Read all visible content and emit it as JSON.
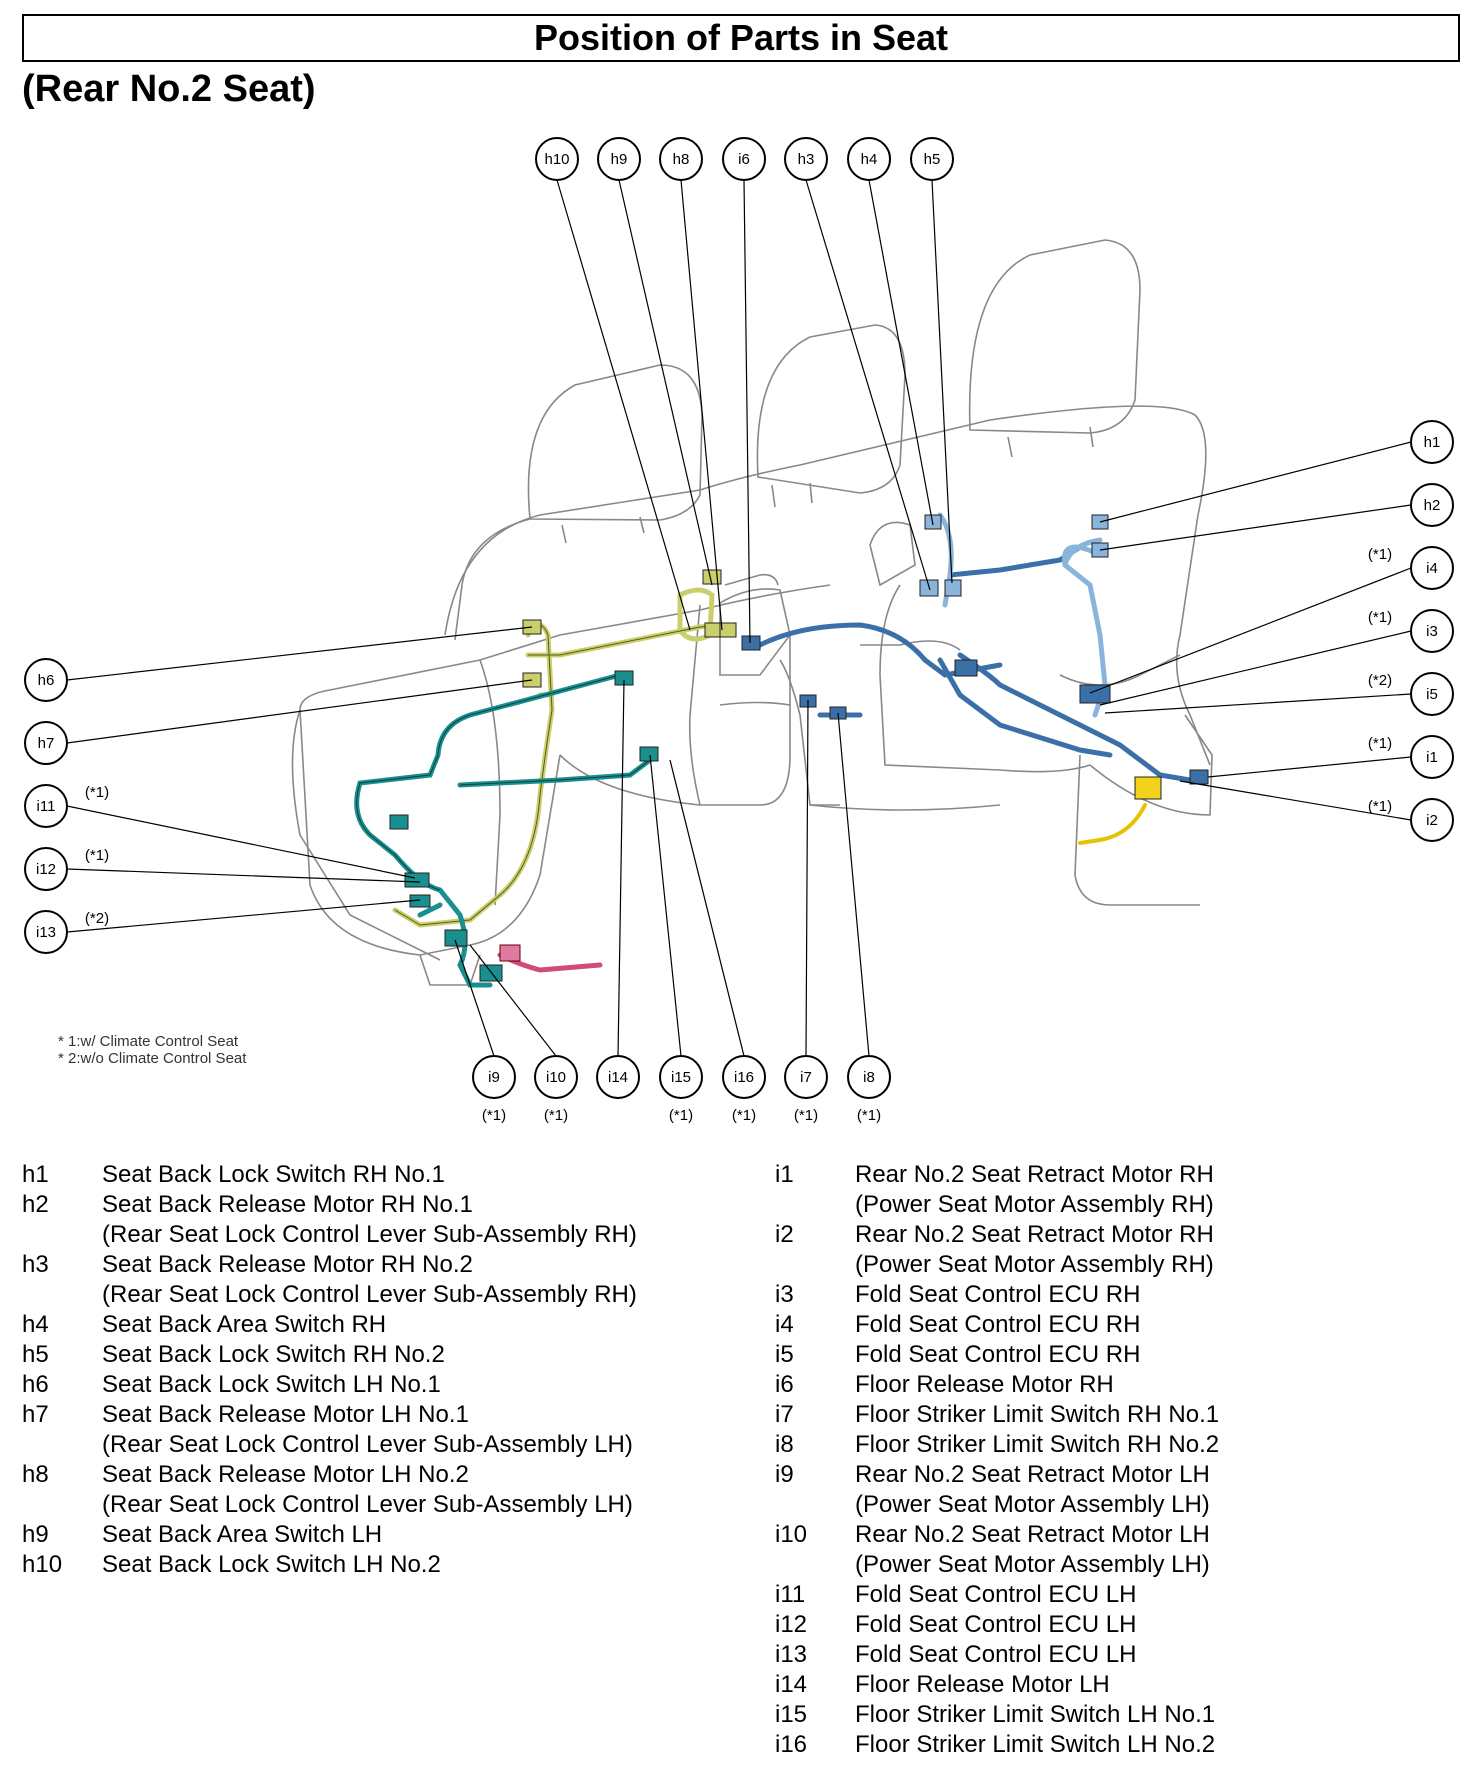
{
  "title": "Position of Parts in Seat",
  "subtitle": "(Rear No.2 Seat)",
  "notes": [
    "* 1:w/ Climate Control Seat",
    "* 2:w/o Climate Control Seat"
  ],
  "callouts": {
    "top": [
      "h10",
      "h9",
      "h8",
      "i6",
      "h3",
      "h4",
      "h5"
    ],
    "right": [
      {
        "code": "h1",
        "note": ""
      },
      {
        "code": "h2",
        "note": ""
      },
      {
        "code": "i4",
        "note": "(*1)"
      },
      {
        "code": "i3",
        "note": "(*1)"
      },
      {
        "code": "i5",
        "note": "(*2)"
      },
      {
        "code": "i1",
        "note": "(*1)"
      },
      {
        "code": "i2",
        "note": "(*1)"
      }
    ],
    "left": [
      {
        "code": "h6",
        "note": ""
      },
      {
        "code": "h7",
        "note": ""
      },
      {
        "code": "i11",
        "note": "(*1)"
      },
      {
        "code": "i12",
        "note": "(*1)"
      },
      {
        "code": "i13",
        "note": "(*2)"
      }
    ],
    "bottom": [
      {
        "code": "i9",
        "note": "(*1)"
      },
      {
        "code": "i10",
        "note": "(*1)"
      },
      {
        "code": "i14",
        "note": ""
      },
      {
        "code": "i15",
        "note": "(*1)"
      },
      {
        "code": "i16",
        "note": "(*1)"
      },
      {
        "code": "i7",
        "note": "(*1)"
      },
      {
        "code": "i8",
        "note": "(*1)"
      }
    ]
  },
  "colors": {
    "harness_lh_seatback": "#c9cf6a",
    "harness_lh_floor": "#1a8f8f",
    "harness_rh": "#3b6fa8",
    "harness_rh_light": "#8ab4dc",
    "motor_yellow": "#f2d21b",
    "pink": "#d24a7a"
  },
  "legend_left": [
    {
      "code": "h1",
      "lines": [
        "Seat Back Lock Switch RH No.1"
      ]
    },
    {
      "code": "h2",
      "lines": [
        "Seat Back Release Motor RH No.1",
        "(Rear Seat Lock Control Lever Sub-Assembly RH)"
      ]
    },
    {
      "code": "h3",
      "lines": [
        "Seat Back Release Motor RH No.2",
        "(Rear Seat Lock Control Lever Sub-Assembly RH)"
      ]
    },
    {
      "code": "h4",
      "lines": [
        "Seat Back Area Switch RH"
      ]
    },
    {
      "code": "h5",
      "lines": [
        "Seat Back Lock Switch RH No.2"
      ]
    },
    {
      "code": "h6",
      "lines": [
        "Seat Back Lock Switch LH No.1"
      ]
    },
    {
      "code": "h7",
      "lines": [
        "Seat Back Release Motor LH No.1",
        "(Rear Seat Lock Control Lever Sub-Assembly LH)"
      ]
    },
    {
      "code": "h8",
      "lines": [
        "Seat Back Release Motor LH No.2",
        "(Rear Seat Lock Control Lever Sub-Assembly LH)"
      ]
    },
    {
      "code": "h9",
      "lines": [
        "Seat Back Area Switch LH"
      ]
    },
    {
      "code": "h10",
      "lines": [
        "Seat Back Lock Switch LH No.2"
      ]
    }
  ],
  "legend_right": [
    {
      "code": "i1",
      "lines": [
        "Rear No.2 Seat Retract Motor RH",
        "(Power Seat Motor Assembly RH)"
      ]
    },
    {
      "code": "i2",
      "lines": [
        "Rear No.2 Seat Retract Motor RH",
        "(Power Seat Motor Assembly RH)"
      ]
    },
    {
      "code": "i3",
      "lines": [
        "Fold Seat Control ECU RH"
      ]
    },
    {
      "code": "i4",
      "lines": [
        "Fold Seat Control ECU RH"
      ]
    },
    {
      "code": "i5",
      "lines": [
        "Fold Seat Control ECU RH"
      ]
    },
    {
      "code": "i6",
      "lines": [
        "Floor Release Motor RH"
      ]
    },
    {
      "code": "i7",
      "lines": [
        "Floor Striker Limit Switch RH No.1"
      ]
    },
    {
      "code": "i8",
      "lines": [
        "Floor Striker Limit Switch RH No.2"
      ]
    },
    {
      "code": "i9",
      "lines": [
        "Rear No.2 Seat Retract Motor LH",
        "(Power Seat Motor Assembly LH)"
      ]
    },
    {
      "code": "i10",
      "lines": [
        "Rear No.2 Seat Retract Motor LH",
        "(Power Seat Motor Assembly LH)"
      ]
    },
    {
      "code": "i11",
      "lines": [
        "Fold Seat Control ECU LH"
      ]
    },
    {
      "code": "i12",
      "lines": [
        "Fold Seat Control ECU LH"
      ]
    },
    {
      "code": "i13",
      "lines": [
        "Fold Seat Control ECU LH"
      ]
    },
    {
      "code": "i14",
      "lines": [
        "Floor Release Motor LH"
      ]
    },
    {
      "code": "i15",
      "lines": [
        "Floor Striker Limit Switch LH No.1"
      ]
    },
    {
      "code": "i16",
      "lines": [
        "Floor Striker Limit Switch LH No.2"
      ]
    }
  ]
}
